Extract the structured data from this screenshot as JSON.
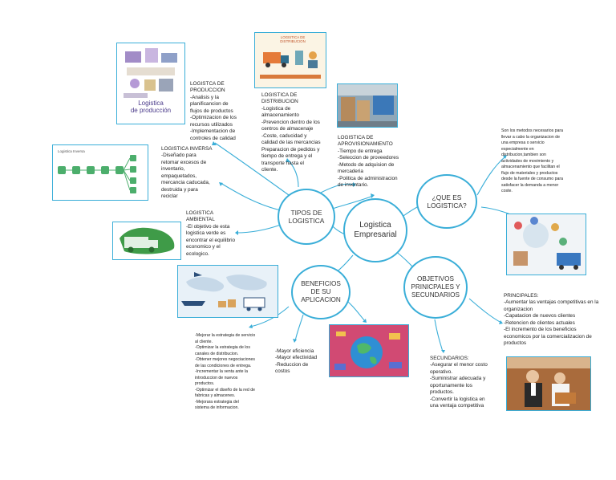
{
  "central": "Logistica\nEmpresarial",
  "nodes": {
    "tipos": "TIPOS DE\nLOGISTICA",
    "que_es": "¿QUE ES\nLOGISTICA?",
    "beneficios": "BENEFICIOS\nDE SU\nAPLICACION",
    "objetivos": "OBJETIVOS\nPRINICPALES Y\nSECUNDARIOS"
  },
  "texts": {
    "produccion": "LOGISTCA DE\nPRODUCCION\n-Analisis y la\nplanificancion de\nflujos de productos\n-Optimizacion de los\nrecursos utilizados\n-Implementacion de\ncontroles de calidad",
    "distribucion": "LOGISTICA DE\nDISTRIBUCION\n-Logistica de\nalmacenamiento\n-Prevencion dentro de los\ncentros de almacenaje\n-Coste, caducidad y\ncalidad de las mercancias\nPreparacion de pedidos y\ntiempo de entrega y el\ntransporte hasta el\ncliente.",
    "aprovisionamiento": "LOGISTICA DE\nAPROVISIONAMIENTO\n-Tiempo de entrega\n-Seleccion de proveedores\n-Metodo de adquision de\nmercaderia\n-Politica de administracion\nde inventario.",
    "inversa": "LOGISTICA INVERSA\n-Diseñado para\nretomar excesos de\ninventario,\nempaquetados,\nmercancia caducada,\ndestruida y para\nreciclar",
    "ambiental": "LOGISTICA\nAMBIENTAL\n-El objetivo de esta\nlogistica verde es\nencontrar el equilibrio\neconomico y el\necologico.",
    "definicion": "Son los metodos necesarios  para\nllevar a cabo la organizacion de\nuna empresa o servicio\nespecialmente en\ndistribucion,tambien son\nactividades de movimiento y\nalmacenamiento que facilitan el\nflujo de materiales y productos\ndesde la fuente de consumo para\nsatisfacer la demanda a menor\ncoste.",
    "beneficios_lista": "-Mejorar la estrategia de servicio\nal cliente.\n-Optimizar la estrategia de los\ncanales de distribucion.\n-Obtener mejores negociaciones\nde las condiciones de entrega.\n-Incrementar la venta ante la\nintroduccion de nuevos\nproductos.\n-Optimizar el diseño de la red de\nfabricas y almacenes.\n-Mejorara estrategia del\nsistema de informacion.",
    "eficiencia": "-Mayor eficiencia\n-Mayor efectividad\n  -Reduccion de\n       costos",
    "principales": "PRINCIPALES:\n-Aumentar las ventajas competitivas en la\norganizacion\n-Capatacion de nuevos clientes\n-Retencion de clientes actuales\n-El incremento de los beneficios\neconomicos por la comercializacion de\nproductos",
    "secundarios": "SECUNDARIOS:\n-Asegurar el menor costo\noperativo.\n-Suministrar adecuada y\noportunamente los\nproductos.\n-Convertir la logistica en\nuna ventaja competitiva"
  },
  "images": {
    "produccion_caption": "Logistica\nde producción",
    "inversa_title": "Logistica Inversa",
    "distribucion_caption": "LOGISTICA DE\nDISTRIBUCION"
  },
  "colors": {
    "node_border": "#3aaed8",
    "link": "#3aaed8",
    "text": "#222222"
  }
}
